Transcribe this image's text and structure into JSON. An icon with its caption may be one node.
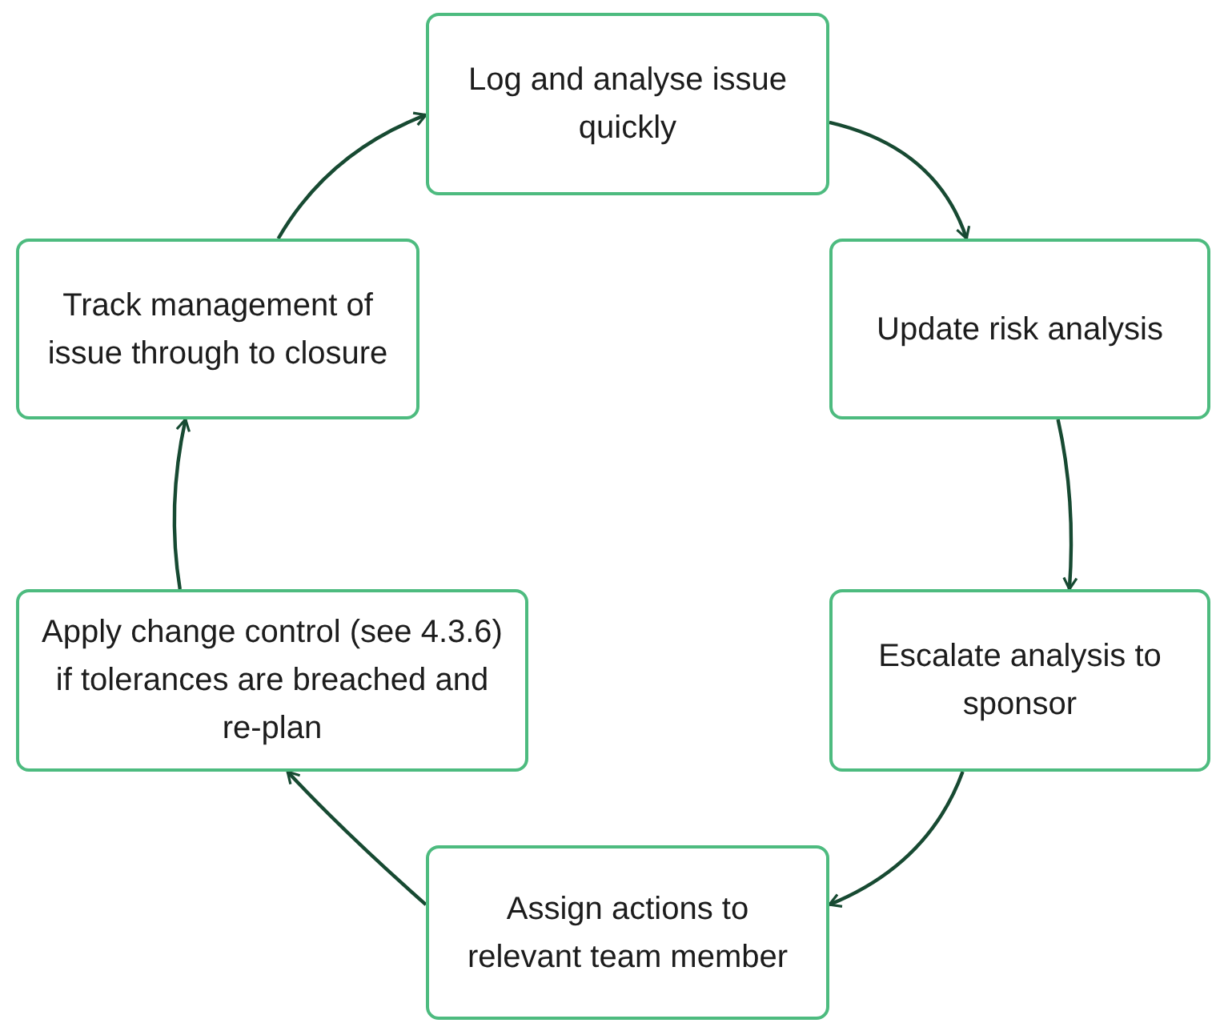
{
  "diagram": {
    "nodes": [
      {
        "text": [
          "Log and analyse issue quickly"
        ]
      },
      {
        "text": [
          "Update risk analysis"
        ]
      },
      {
        "text": [
          "Escalate analysis to sponsor"
        ]
      },
      {
        "text": [
          "Assign actions to relevant team member"
        ]
      },
      {
        "text": [
          "Apply change control (see 4.3.6) if tolerances are breached and re-plan"
        ]
      },
      {
        "text": [
          "Track management of issue through to closure"
        ]
      }
    ],
    "edges": [
      {
        "from": 0,
        "to": 1,
        "arrow": "to"
      },
      {
        "from": 1,
        "to": 2,
        "arrow": "to"
      },
      {
        "from": 2,
        "to": 3,
        "arrow": "to"
      },
      {
        "from": 3,
        "to": 4,
        "arrow": "to"
      },
      {
        "from": 4,
        "to": 5,
        "arrow": "to"
      },
      {
        "from": 5,
        "to": 0,
        "arrow": "to"
      }
    ]
  }
}
